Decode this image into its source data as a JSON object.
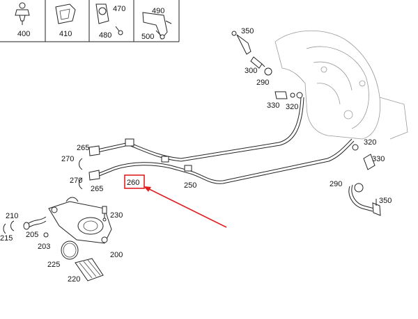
{
  "header_parts": [
    {
      "label": "400"
    },
    {
      "label": "410"
    },
    {
      "label": "470"
    },
    {
      "label": "480"
    },
    {
      "label": "490"
    },
    {
      "label": "500"
    }
  ],
  "labels": {
    "l350a": "350",
    "l300": "300",
    "l290a": "290",
    "l330a": "330",
    "l320a": "320",
    "l265a": "265",
    "l270a": "270",
    "l270b": "270",
    "l265b": "265",
    "l260": "260",
    "l250": "250",
    "l320b": "320",
    "l330b": "330",
    "l290b": "290",
    "l350b": "350",
    "l210": "210",
    "l215": "215",
    "l205": "205",
    "l203": "203",
    "l230": "230",
    "l200": "200",
    "l225": "225",
    "l220": "220"
  },
  "highlight": {
    "label": "260",
    "color": "#e02020"
  }
}
